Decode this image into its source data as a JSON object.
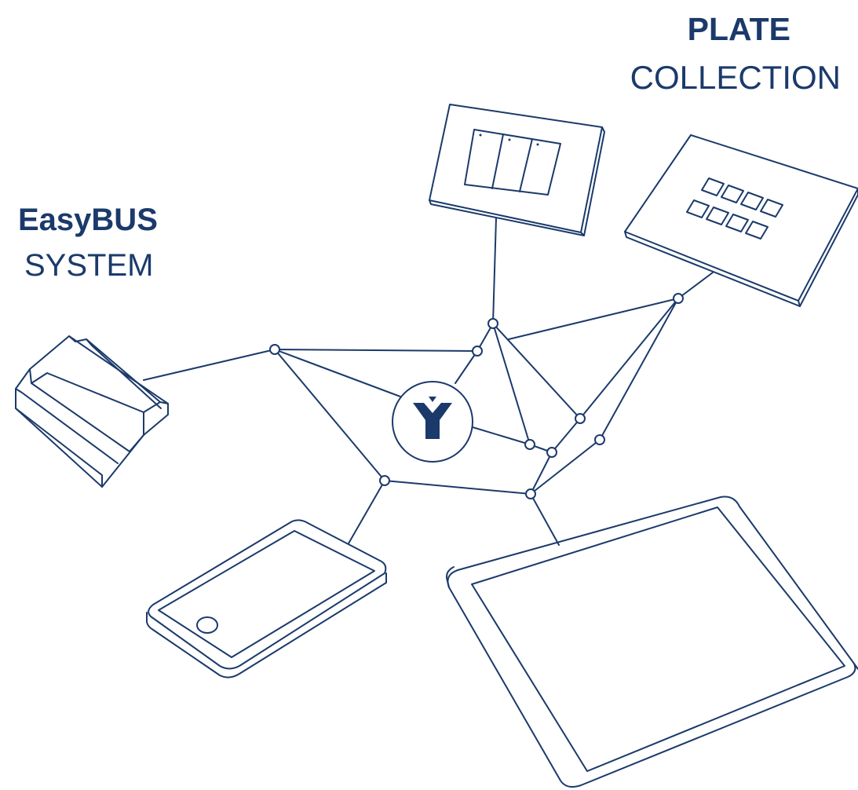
{
  "headings": {
    "plate_title": "PLATE",
    "plate_subtitle": "COLLECTION",
    "bus_title": "EasyBUS",
    "bus_subtitle": "SYSTEM"
  },
  "colors": {
    "brand": "#1b3a6b",
    "background": "#ffffff"
  },
  "icons": [
    "din-rail-module-icon",
    "wall-switch-plate-icon",
    "keypad-plate-icon",
    "hub-logo-icon",
    "smartphone-icon",
    "tablet-icon"
  ]
}
